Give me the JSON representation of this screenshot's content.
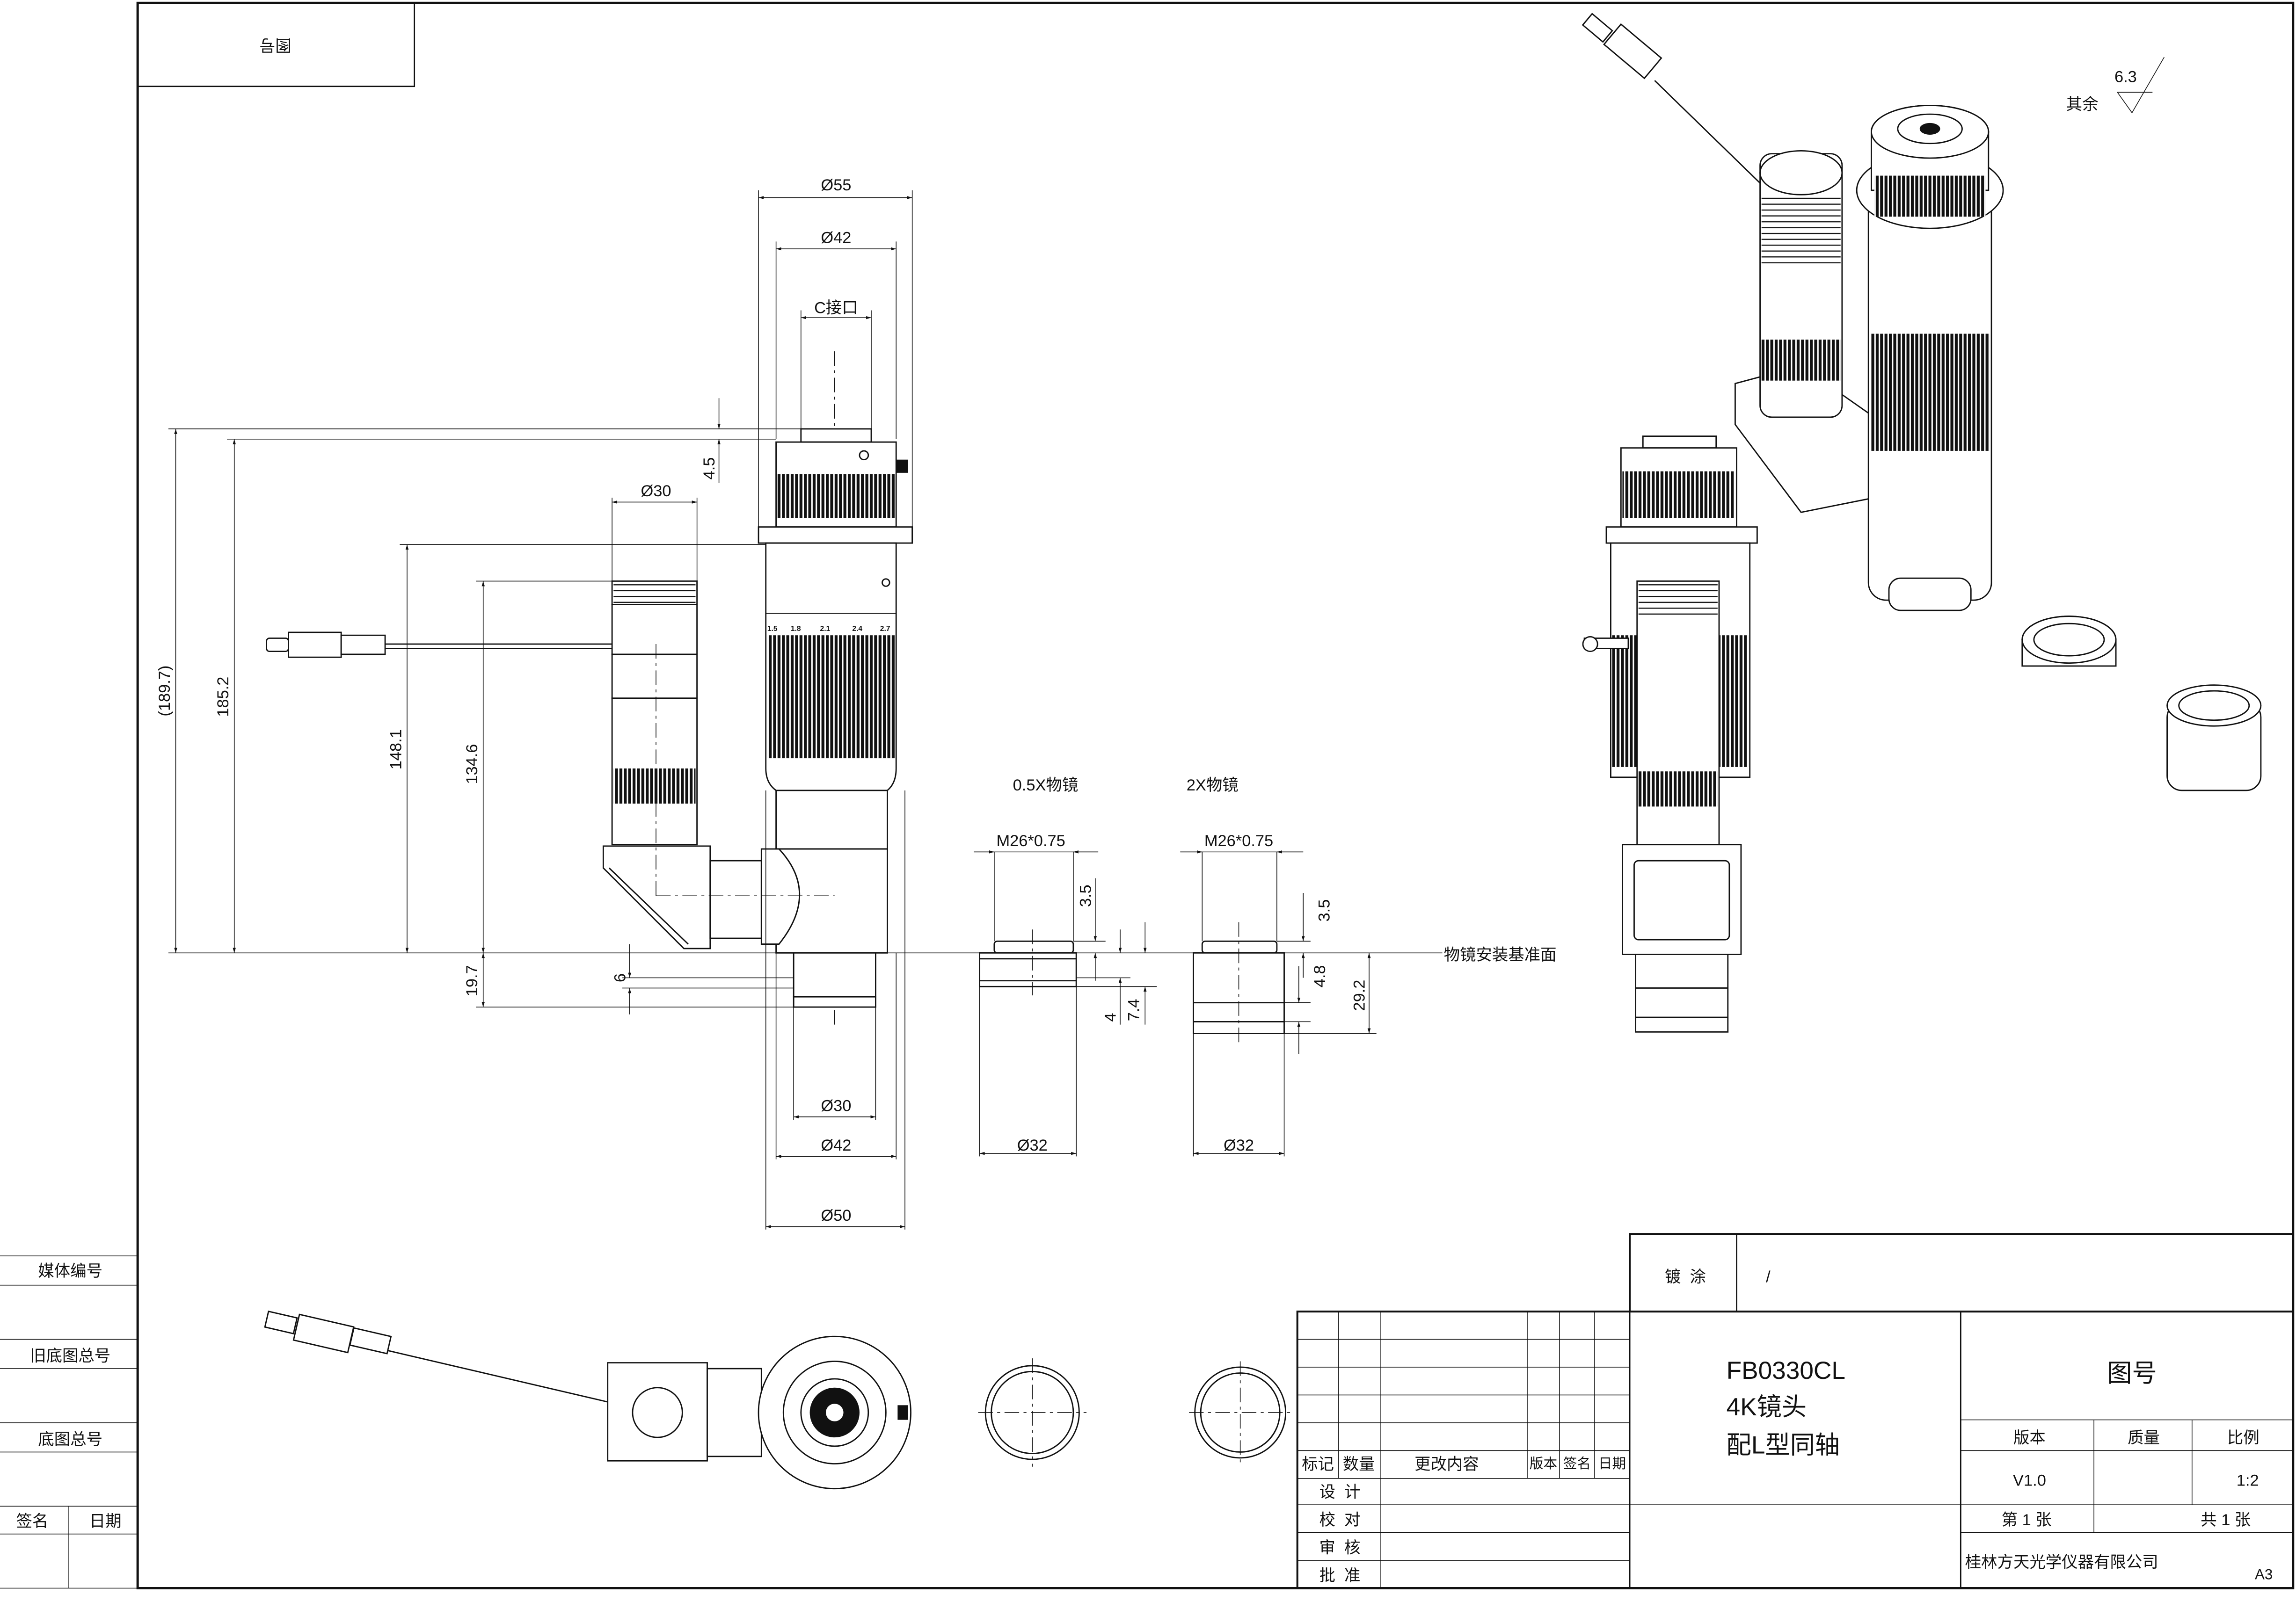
{
  "corner_box": {
    "label": "图号"
  },
  "roughness": {
    "value": "6.3",
    "label": "其余"
  },
  "side_table": {
    "media_no": "媒体编号",
    "old_base_no": "旧底图总号",
    "base_no": "底图总号",
    "signature": "签名",
    "date": "日期"
  },
  "dimensions": {
    "d55": "Ø55",
    "d42_top": "Ø42",
    "c_mount": "C接口",
    "d30_top": "Ø30",
    "h4_5": "4.5",
    "h189_7": "(189.7)",
    "h185_2": "185.2",
    "h148_1": "148.1",
    "h134_6": "134.6",
    "h19_7": "19.7",
    "h6": "6",
    "d30_bottom": "Ø30",
    "d42_bottom": "Ø42",
    "d50": "Ø50"
  },
  "objectives": {
    "half_x": {
      "title": "0.5X物镜",
      "thread": "M26*0.75",
      "h3_5": "3.5",
      "h4": "4",
      "h7_4": "7.4",
      "dia": "Ø32"
    },
    "two_x": {
      "title": "2X物镜",
      "thread": "M26*0.75",
      "h3_5": "3.5",
      "h4_8": "4.8",
      "h29_2": "29.2",
      "dia": "Ø32"
    },
    "reference_plane": "物镜安装基准面"
  },
  "scale_marks": [
    "1.5",
    "1.8",
    "2.1",
    "2.4",
    "2.7"
  ],
  "title_block": {
    "coating_label": "镀  涂",
    "coating_value": "/",
    "change_headers": [
      "标记",
      "数量",
      "更改内容",
      "版本",
      "签名",
      "日期"
    ],
    "roles": [
      "设  计",
      "校  对",
      "审  核",
      "批  准"
    ],
    "product_lines": [
      "FB0330CL",
      "4K镜头",
      "配L型同轴"
    ],
    "drawing_no_label": "图号",
    "version_label": "版本",
    "mass_label": "质量",
    "scale_label": "比例",
    "version_value": "V1.0",
    "mass_value": "",
    "scale_value": "1:2",
    "sheet": "第 1 张",
    "sheets_total": "共 1 张",
    "company": "桂林方天光学仪器有限公司",
    "paper_size": "A3"
  }
}
